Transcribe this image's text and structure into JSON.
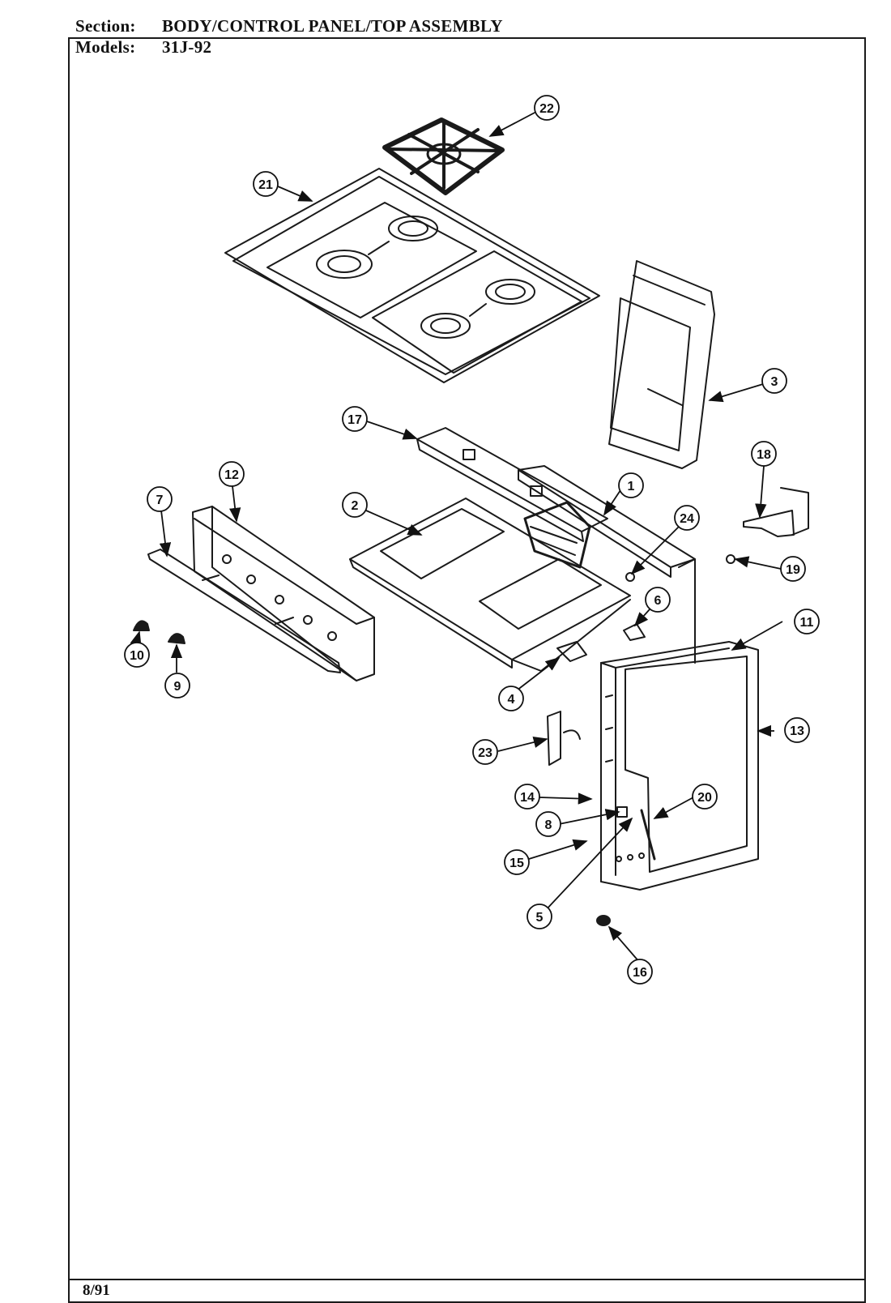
{
  "header": {
    "section_label": "Section:",
    "section_value": "BODY/CONTROL PANEL/TOP ASSEMBLY",
    "models_label": "Models:",
    "models_value": "31J-92"
  },
  "footer": {
    "date": "8/91"
  },
  "callouts": [
    "1",
    "2",
    "3",
    "4",
    "5",
    "6",
    "7",
    "8",
    "9",
    "10",
    "11",
    "12",
    "13",
    "14",
    "15",
    "16",
    "17",
    "18",
    "19",
    "20",
    "21",
    "22",
    "23",
    "24"
  ]
}
